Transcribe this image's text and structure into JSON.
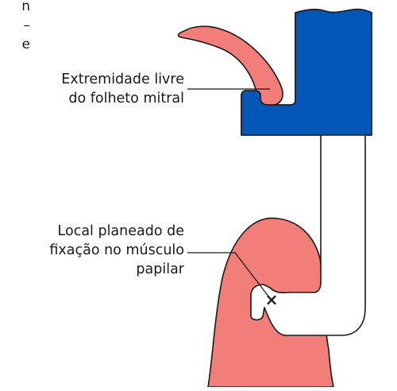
{
  "labels": {
    "leaflet_line1": "Extremidade livre",
    "leaflet_line2": "do folheto mitral",
    "anchor_line1": "Local planeado de",
    "anchor_line2": "fixação no músculo",
    "anchor_line3": "papilar"
  },
  "clipped_fragment": {
    "line1": "n",
    "line2": "–",
    "line3": "e"
  },
  "markers": {
    "anchor_symbol": "×"
  },
  "colors": {
    "device_blue": "#0557b7",
    "tissue_pink": "#f27e79",
    "outline": "#1a1a1a",
    "background": "#ffffff"
  }
}
